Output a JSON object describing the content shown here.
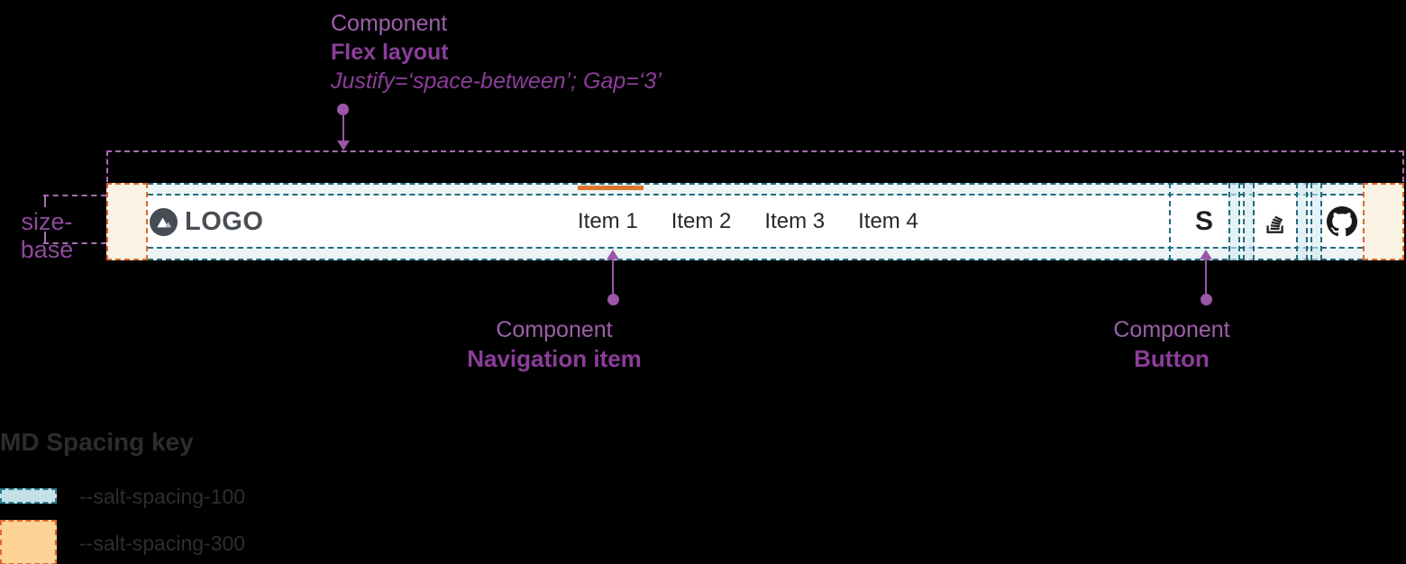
{
  "annotations": {
    "flex_layout": {
      "eyebrow": "Component",
      "title": "Flex layout",
      "detail": "Justify=‘space-between’; Gap=‘3’"
    },
    "navigation_item": {
      "eyebrow": "Component",
      "title": "Navigation item"
    },
    "button": {
      "eyebrow": "Component",
      "title": "Button"
    },
    "size_base_label": "size-base"
  },
  "navbar": {
    "logo_text": "LOGO",
    "items": [
      {
        "label": "Item 1",
        "active": true
      },
      {
        "label": "Item 2",
        "active": false
      },
      {
        "label": "Item 3",
        "active": false
      },
      {
        "label": "Item 4",
        "active": false
      }
    ],
    "actions": [
      {
        "name": "salt-s-logo",
        "glyph": "S"
      },
      {
        "name": "stackoverflow"
      },
      {
        "name": "github"
      }
    ]
  },
  "legend": {
    "title": "MD Spacing key",
    "items": [
      {
        "token": "--salt-spacing-100",
        "fill": "#c5e1e8",
        "border": "#2a7a8e"
      },
      {
        "token": "--salt-spacing-300",
        "fill": "#fcd295",
        "border": "#e0662c"
      }
    ]
  },
  "colors": {
    "annotation_purple": "#9a57a7",
    "spacing_100_teal": "#226b7f",
    "spacing_300_orange": "#e0662c",
    "active_indicator": "#df752d",
    "navbar_bg": "#ffffff"
  }
}
